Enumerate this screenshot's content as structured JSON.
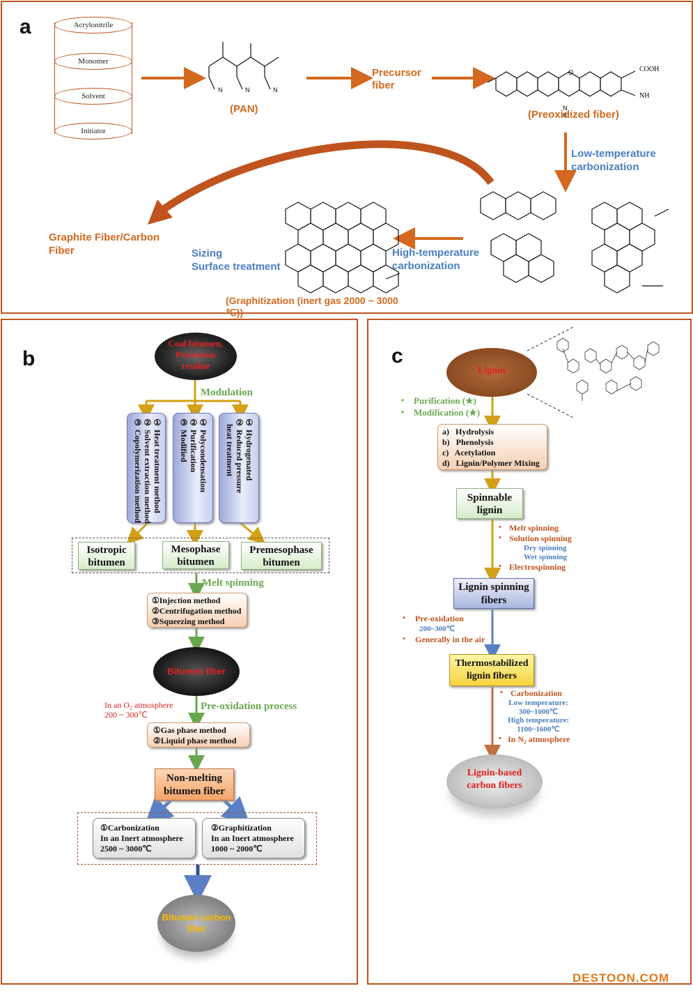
{
  "panel_a": {
    "label": "a",
    "cylinder_items": [
      "Acrylonitrile",
      "Monomer",
      "Solvent",
      "Initiator"
    ],
    "pan_label": "(PAN)",
    "precursor_fiber": "Precursor\nfiber",
    "preoxidized_fiber": "(Preoxidized fiber)",
    "cooh": "COOH",
    "nh": "NH",
    "low_temp": "Low-temperature\ncarbonization",
    "high_temp": "High-temperature\ncarbonization",
    "sizing": "Sizing\nSurface treatment",
    "graphite_fiber": "Graphite Fiber/Carbon\nFiber",
    "graphitization": "(Graphitization (inert gas 2000 ~ 3000\n℃))"
  },
  "panel_b": {
    "label": "b",
    "coal_bitumen": "Coal bitumen,\nPetroleum\nresidue",
    "modulation": "Modulation",
    "col1": "① Heat treatment method\n② Solvent extraction method\n③ Copolymerization method",
    "col2": "① Polycondensation\n② Purification\n③ Modified",
    "col3": "① Hydrogenated\n② Reduced pressure\n   heat treatment",
    "isotropic": "Isotropic\nbitumen",
    "mesophase": "Mesophase\nbitumen",
    "premesophase": "Premesophase\nbitumen",
    "melt_spinning": "Melt spinning",
    "methods": "①Injection method\n②Centrifugation method\n③Squeezing method",
    "bitumen_fiber": "Bitumen fiber",
    "o2_note": "In an O₂ atmosphere\n200 ~ 300℃",
    "preox": "Pre-oxidation process",
    "phase": "①Gas phase method\n②Liquid phase method",
    "non_melting": "Non-melting\nbitumen fiber",
    "carbonization": "①Carbonization\nIn an Inert atmosphere\n2500 ~ 3000℃",
    "graphitization": "②Graphitization\nIn an Inert atmosphere\n1000 ~ 2000℃",
    "bitumen_carbon": "Bitumen carbon\nfiber"
  },
  "panel_c": {
    "label": "c",
    "lignin": "Lignin",
    "purification": "Purification (★)",
    "modification": "Modification (★)",
    "modlist": "a)   Hydrolysis\nb)   Phenolysis\nc)   Acetylation\nd)   Lignin/Polymer Mixing",
    "spinnable": "Spinnable\nlignin",
    "melt": "Melt spinning",
    "solution": "Solution spinning",
    "dry": "Dry spinning",
    "wet": "Wet spinning",
    "electro": "Electrospinning",
    "lsf": "Lignin spinning\nfibers",
    "preox": "Pre-oxidation",
    "preox_temp": "200~300℃",
    "air": "Generally in the air",
    "thermo": "Thermostabilized\nlignin fibers",
    "carbonization": "Carbonization",
    "low": "Low temperature:\n300~1000℃",
    "high": "High temperature:\n1100~1600℃",
    "n2": "In N₂ atmosphere",
    "lbcf": "Lignin-based\ncarbon fibers"
  },
  "watermark": "DESTOON.COM",
  "colors": {
    "orange": "#d2691e",
    "blue": "#4a7fc1",
    "green": "#6aa84f",
    "red": "#e02020",
    "border": "#c0541e"
  }
}
